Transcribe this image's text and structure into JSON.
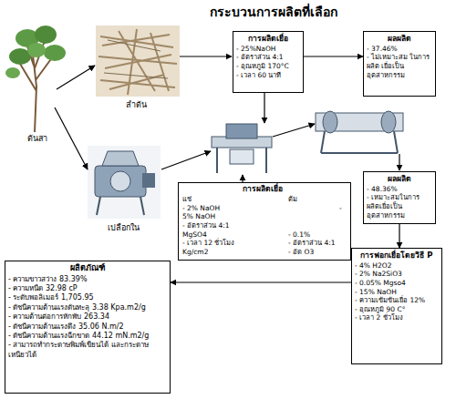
{
  "diagram": {
    "title": "กระบวนการผลิตที่เลือก",
    "nodes": [
      {
        "text": [
          "การผลิตเยื่อ",
          "- 25%NaOH",
          "- อัตราส่วน 4:1",
          "- อุณหภูมิ 170°C",
          "- เวลา 60 นาที"
        ]
      },
      {
        "text": [
          "ผลผลิต",
          "- 37.46%",
          "- ไม่เหมาะสม ในการ ผลิต เยื่อเป็นอุตสาหกรรม"
        ]
      },
      {
        "text": [
          "การผลิตเยื่อ",
          "แช่",
          "ต้ม",
          "- 2% NaOH",
          "-",
          "5% NaOH",
          "- อัตราส่วน 4:1",
          "MgSO4",
          "- 0.1%",
          "- เวลา 12 ชั่วโมง",
          "- อัตราส่วน 4:1",
          "- อัด O3",
          "Kg/cm2"
        ]
      },
      {
        "text": [
          "ผลผลิต",
          "- 48.36%",
          "- เหมาะสมในการ ผลิตเยื่อเป็นอุตสาหกรรม"
        ]
      },
      {
        "text": [
          "การฟอกเยื่อโดยวิธี P",
          "- 4% H2O2",
          "- 2% Na2SiO3",
          "- 0.05% Mgso4",
          "- 15% NaOH",
          "- ความเข้มข้นเยื่อ 12%",
          "- อุณหภูมิ 90 C°",
          "- เวลา 2 ชั่วโมง"
        ]
      },
      {
        "text": [
          "ผลิตภัณฑ์",
          "- ความขาวสว่าง 83.39%",
          "- ความหนืด 32.98 cP",
          "- ระดับพอลิเมอร์ 1,705.95",
          "- ดัชนีความต้านแรงดันทะลุ 3.38 Kpa.m2/g",
          "- ความต้านต่อการหักพับ 263.34",
          "- ดัชนีความต้านแรงดึง 35.06 N.m/2",
          "- ดัชนีความต้านแรงฉีกขาด 44.12 mN.m2/g",
          "- สามารถทำกระดาษพิมพ์เขียนได้ และกระดาษเหนียวได้"
        ]
      }
    ],
    "edges": [
      {
        "from": 0,
        "to": 1,
        "arrow": "to"
      },
      {
        "from": 3,
        "to": 4,
        "arrow": "to"
      },
      {
        "from": 4,
        "to": 5,
        "arrow": "to"
      }
    ],
    "labels": [
      "ต้นสา",
      "ลำต้น",
      "เปลือกใน"
    ]
  }
}
